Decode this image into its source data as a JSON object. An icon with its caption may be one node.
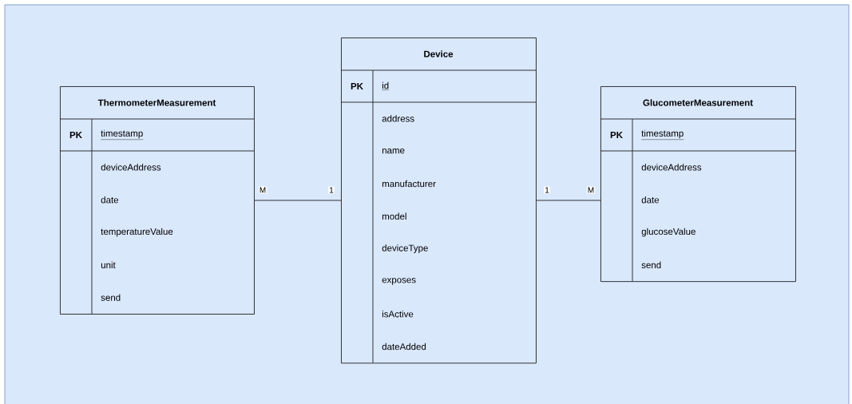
{
  "diagram": {
    "nodes": [
      {
        "text": [
          "ThermometerMeasurement",
          "PK",
          "timestamp",
          "deviceAddress",
          "date",
          "temperatureValue",
          "unit",
          "send"
        ]
      },
      {
        "text": [
          "Device",
          "PK",
          "id",
          "address",
          "name",
          "manufacturer",
          "model",
          "deviceType",
          "exposes",
          "isActive",
          "dateAdded"
        ]
      },
      {
        "text": [
          "GlucometerMeasurement",
          "PK",
          "timestamp",
          "deviceAddress",
          "date",
          "glucoseValue",
          "send"
        ]
      }
    ],
    "edges": [
      {
        "from": 0,
        "to": 1,
        "arrow": "none"
      },
      {
        "from": 1,
        "to": 2,
        "arrow": "none"
      }
    ],
    "labels": [
      "M",
      "1",
      "1",
      "M"
    ]
  }
}
